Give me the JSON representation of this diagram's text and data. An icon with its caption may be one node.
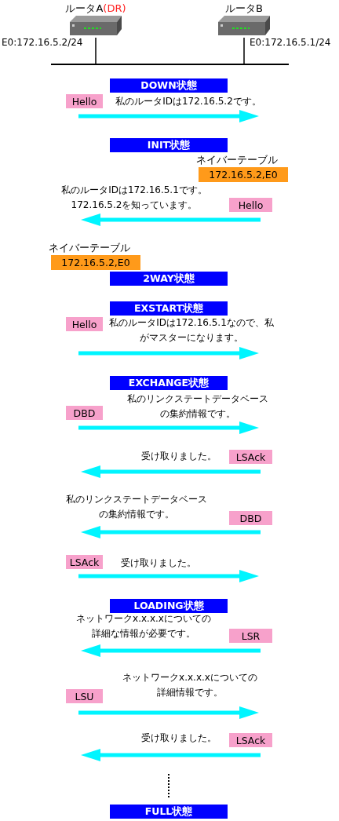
{
  "diagram": {
    "nodes": [
      {
        "text": [
          "ルータA",
          "(DR)"
        ],
        "beside": [
          "E0:172.16.5.2/24"
        ]
      },
      {
        "text": [
          "ルータB"
        ],
        "beside": [
          "E0:172.16.5.1/24"
        ]
      },
      {
        "text": [],
        "shape": "bar"
      },
      {
        "text": [
          "DOWN状態"
        ]
      },
      {
        "text": [
          "Hello"
        ]
      },
      {
        "text": [
          "INIT状態"
        ]
      },
      {
        "text": [
          "ネイバーテーブル",
          "172.16.5.2,E0"
        ]
      },
      {
        "text": [
          "Hello"
        ]
      },
      {
        "text": [
          "ネイバーテーブル",
          "172.16.5.2,E0"
        ]
      },
      {
        "text": [
          "2WAY状態"
        ]
      },
      {
        "text": [
          "EXSTART状態"
        ]
      },
      {
        "text": [
          "Hello"
        ]
      },
      {
        "text": [
          "EXCHANGE状態"
        ]
      },
      {
        "text": [
          "DBD"
        ]
      },
      {
        "text": [
          "LSAck"
        ]
      },
      {
        "text": [
          "DBD"
        ]
      },
      {
        "text": [
          "LSAck"
        ]
      },
      {
        "text": [
          "LOADING状態"
        ]
      },
      {
        "text": [
          "LSR"
        ]
      },
      {
        "text": [
          "LSU"
        ]
      },
      {
        "text": [
          "LSAck"
        ]
      },
      {
        "text": [
          "FULL状態"
        ]
      }
    ],
    "edges": [
      {
        "from": 0,
        "to": 2,
        "arrow": "none"
      },
      {
        "from": 1,
        "to": 2,
        "arrow": "none"
      },
      {
        "from": 4,
        "to": null,
        "arrow": "to",
        "color": "#00f5ff",
        "style": "thick"
      },
      {
        "from": 7,
        "to": null,
        "arrow": "to",
        "color": "#00f5ff",
        "style": "thick"
      },
      {
        "from": 11,
        "to": null,
        "arrow": "to",
        "color": "#00f5ff",
        "style": "thick"
      },
      {
        "from": 13,
        "to": null,
        "arrow": "to",
        "color": "#00f5ff",
        "style": "thick"
      },
      {
        "from": 14,
        "to": null,
        "arrow": "to",
        "color": "#00f5ff",
        "style": "thick"
      },
      {
        "from": 15,
        "to": null,
        "arrow": "to",
        "color": "#00f5ff",
        "style": "thick"
      },
      {
        "from": 16,
        "to": null,
        "arrow": "to",
        "color": "#00f5ff",
        "style": "thick"
      },
      {
        "from": 18,
        "to": null,
        "arrow": "to",
        "color": "#00f5ff",
        "style": "thick"
      },
      {
        "from": 19,
        "to": null,
        "arrow": "to",
        "color": "#00f5ff",
        "style": "thick"
      },
      {
        "from": 20,
        "to": null,
        "arrow": "to",
        "color": "#00f5ff",
        "style": "thick"
      }
    ],
    "labels": [
      "私のルータIDは172.16.5.2です。",
      "私のルータIDは172.16.5.1です。172.16.5.2を知っています。",
      "私のルータIDは172.16.5.1なので、私がマスターになります。",
      "私のリンクステートデータベースの集約情報です。",
      "受け取りました。",
      "私のリンクステートデータベースの集約情報です。",
      "受け取りました。",
      "ネットワークx.x.x.xについての詳細な情報が必要です。",
      "ネットワークx.x.x.xについての詳細情報です。",
      "受け取りました。"
    ]
  }
}
